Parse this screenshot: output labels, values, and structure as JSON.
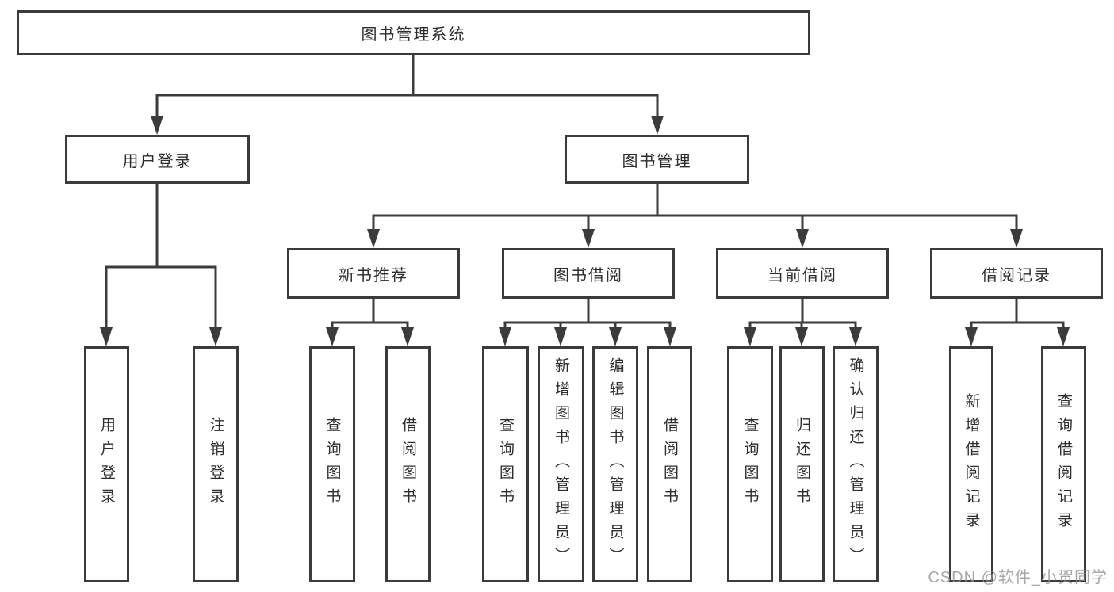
{
  "diagram": {
    "root": {
      "label": "图书管理系统"
    },
    "branches": [
      {
        "label": "用户登录",
        "children": [
          {
            "label": "用户登录"
          },
          {
            "label": "注销登录"
          }
        ]
      },
      {
        "label": "图书管理",
        "children": [
          {
            "label": "新书推荐",
            "children": [
              {
                "label": "查询图书"
              },
              {
                "label": "借阅图书"
              }
            ]
          },
          {
            "label": "图书借阅",
            "children": [
              {
                "label": "查询图书"
              },
              {
                "label": "新增图书（管理员）"
              },
              {
                "label": "编辑图书（管理员）"
              },
              {
                "label": "借阅图书"
              }
            ]
          },
          {
            "label": "当前借阅",
            "children": [
              {
                "label": "查询图书"
              },
              {
                "label": "归还图书"
              },
              {
                "label": "确认归还（管理员）"
              }
            ]
          },
          {
            "label": "借阅记录",
            "children": [
              {
                "label": "新增借阅记录"
              },
              {
                "label": "查询借阅记录"
              }
            ]
          }
        ]
      }
    ]
  },
  "watermark": {
    "text": "CSDN @软件_小贺同学"
  },
  "colors": {
    "line": "#3b3b3b",
    "box_border": "#3b3b3b",
    "text": "#2d2d2d",
    "background": "#ffffff",
    "watermark": "#919191"
  }
}
